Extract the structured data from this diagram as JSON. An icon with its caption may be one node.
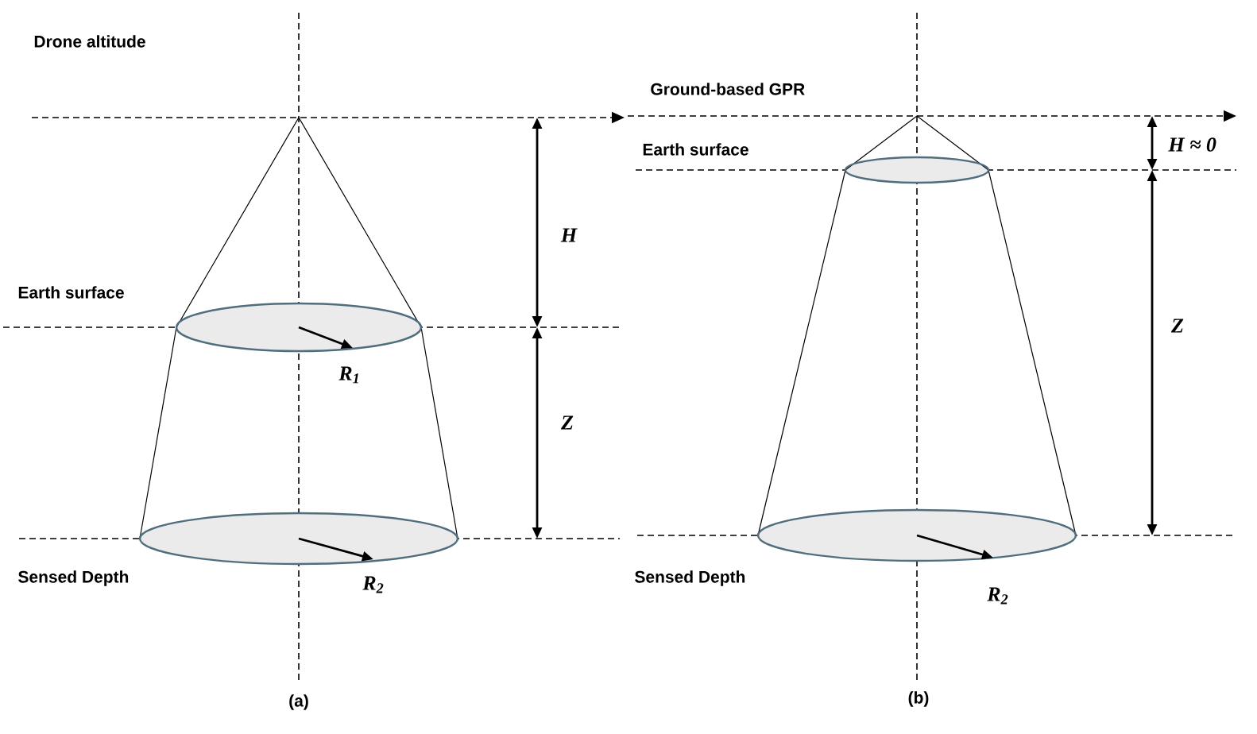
{
  "diagram": {
    "labels": [
      "Drone altitude",
      "Earth surface",
      "*H*",
      "*R*$_{1}$",
      "*Z*",
      "Sensed Depth",
      "*R*$_{2}$",
      "(a)",
      "Ground-based GPR",
      "Earth surface",
      "*H* ≈ 0",
      "*Z*",
      "Sensed Depth",
      "*R*$_{2}$",
      "(b)"
    ]
  }
}
